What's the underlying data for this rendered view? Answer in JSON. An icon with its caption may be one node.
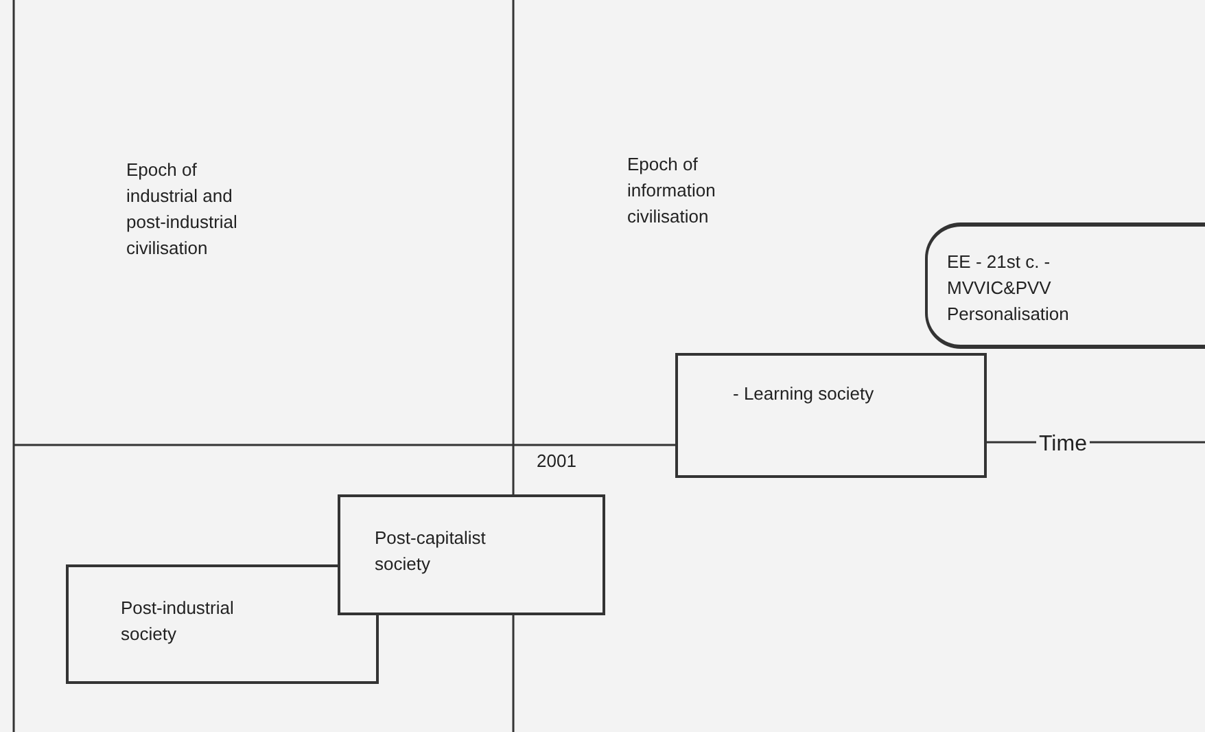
{
  "diagram": {
    "nodes": [
      {
        "text": [
          "Post-industrial society"
        ]
      },
      {
        "text": [
          "Post-capitalist society"
        ]
      },
      {
        "text": [
          "- Learning society"
        ]
      },
      {
        "text": [
          "EE - 21st c. - MVVIC&PVV Personalisation"
        ]
      }
    ],
    "labels": [
      "Epoch of industrial and post-industrial civilisation",
      "Epoch of information civilisation",
      "2001",
      "Time"
    ]
  }
}
